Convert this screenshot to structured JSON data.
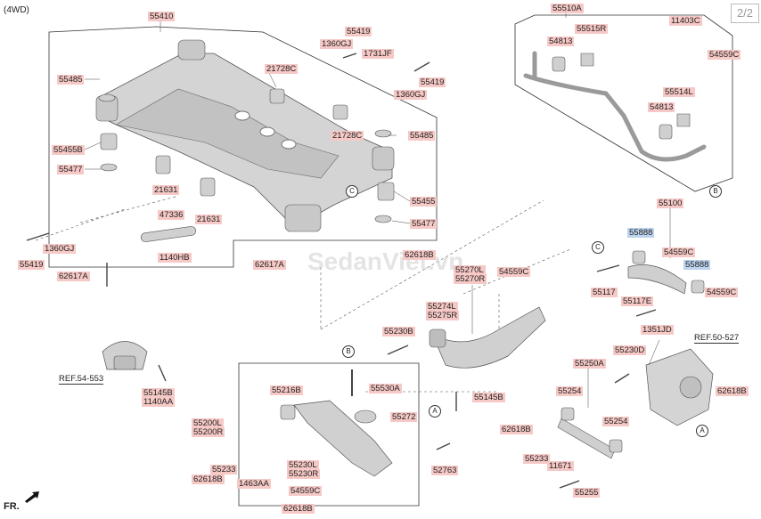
{
  "header": {
    "variant": "(4WD)",
    "page": "2/2"
  },
  "watermark": "SedanViet.vn",
  "footer": {
    "front_label": "FR."
  },
  "parts": {
    "p55410": "55410",
    "p55419a": "55419",
    "p1360GJa": "1360GJ",
    "p1731JF": "1731JF",
    "p55485a": "55485",
    "p21728Ca": "21728C",
    "p55419b": "55419",
    "p1360GJb": "1360GJ",
    "p55455B": "55455B",
    "p21728Cb": "21728C",
    "p55485b": "55485",
    "p55477a": "55477",
    "p21631a": "21631",
    "p55455": "55455",
    "p47336": "47336",
    "p21631b": "21631",
    "p55477b": "55477",
    "p1360GJc": "1360GJ",
    "p55419c": "55419",
    "p1140HB": "1140HB",
    "p62617Aa": "62617A",
    "p62617Ab": "62617A",
    "p62618Ba": "62618B",
    "p55510A": "55510A",
    "p11403C": "11403C",
    "p54813a": "54813",
    "p55515R": "55515R",
    "p54559Ca": "54559C",
    "p55514L": "55514L",
    "p54813b": "54813",
    "p55100": "55100",
    "p55888a": "55888",
    "p54559Cb": "54559C",
    "p55888b": "55888",
    "p54559Cc": "54559C",
    "p55117": "55117",
    "p55117E": "55117E",
    "p1351JD": "1351JD",
    "p55270L": "55270L",
    "p55270R": "55270R",
    "p54559Cd": "54559C",
    "p55274L": "55274L",
    "p55275R": "55275R",
    "p55230B": "55230B",
    "p55145B": "55145B",
    "p55230D": "55230D",
    "p55250A": "55250A",
    "p55254a": "55254",
    "p55254b": "55254",
    "p62618Bb": "62618B",
    "p62618Bc": "62618B",
    "p55233a": "55233",
    "p11671": "11671",
    "p55255": "55255",
    "p55216B": "55216B",
    "p55530A": "55530A",
    "p55272": "55272",
    "p55200L": "55200L",
    "p55200R": "55200R",
    "p55233b": "55233",
    "p62618Bd": "62618B",
    "p55230L": "55230L",
    "p55230R": "55230R",
    "p1463AA": "1463AA",
    "p54559Ce": "54559C",
    "p52763": "52763",
    "p62618Be": "62618B",
    "p55145Bb": "55145B",
    "p1140AA": "1140AA"
  },
  "refs": {
    "ref54": "REF.54-553",
    "ref50": "REF.50-527"
  },
  "callouts": {
    "A": "A",
    "B": "B",
    "C": "C"
  }
}
